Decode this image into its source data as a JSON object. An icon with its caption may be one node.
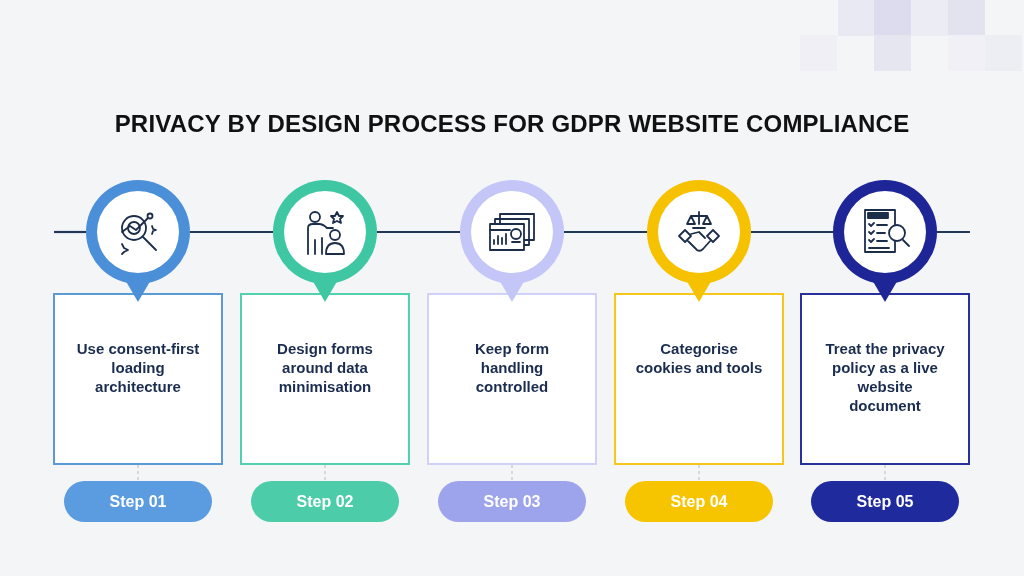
{
  "diagram": {
    "title": "PRIVACY BY DESIGN PROCESS FOR GDPR WEBSITE COMPLIANCE",
    "nodes": [
      {
        "text": [],
        "shape": "circle"
      },
      {
        "text": [],
        "shape": "circle"
      },
      {
        "text": [],
        "shape": "circle"
      },
      {
        "text": [],
        "shape": "circle"
      },
      {
        "text": [],
        "shape": "circle"
      },
      {
        "text": [
          "Use consent-first loading architecture"
        ]
      },
      {
        "text": [
          "Design forms around data minimisation"
        ]
      },
      {
        "text": [
          "Keep form handling controlled"
        ]
      },
      {
        "text": [
          "Categorise cookies and tools"
        ]
      },
      {
        "text": [
          "Treat the privacy policy as a live website document"
        ]
      },
      {
        "text": [
          "Step 01"
        ]
      },
      {
        "text": [
          "Step 02"
        ]
      },
      {
        "text": [
          "Step 03"
        ]
      },
      {
        "text": [
          "Step 04"
        ]
      },
      {
        "text": [
          "Step 05"
        ]
      }
    ],
    "edges": [
      {
        "from": null,
        "to": 0,
        "arrow": "none"
      },
      {
        "from": 0,
        "to": 1,
        "arrow": "none"
      },
      {
        "from": 1,
        "to": 2,
        "arrow": "none"
      },
      {
        "from": 2,
        "to": 3,
        "arrow": "none"
      },
      {
        "from": 3,
        "to": 4,
        "arrow": "none"
      },
      {
        "from": 4,
        "to": null,
        "arrow": "none"
      },
      {
        "from": 5,
        "to": 10,
        "arrow": "none",
        "style": "dashed",
        "color": "#bbbbbb"
      },
      {
        "from": 6,
        "to": 11,
        "arrow": "none",
        "style": "dashed",
        "color": "#bbbbbb"
      },
      {
        "from": 7,
        "to": 12,
        "arrow": "none",
        "style": "dashed",
        "color": "#bbbbbb"
      },
      {
        "from": 8,
        "to": 13,
        "arrow": "none",
        "style": "dashed",
        "color": "#bbbbbb"
      },
      {
        "from": 9,
        "to": 14,
        "arrow": "none",
        "style": "dashed",
        "color": "#bbbbbb"
      }
    ]
  }
}
